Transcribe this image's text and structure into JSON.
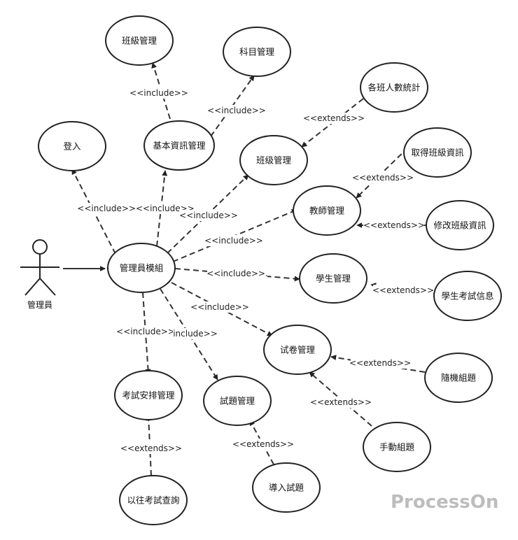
{
  "actor": {
    "label": "管理員"
  },
  "use_cases": {
    "main": "管理員模組",
    "login": "登入",
    "basic_info": "基本資訊管理",
    "class_mgmt_top": "班級管理",
    "subject_mgmt": "科目管理",
    "class_mgmt": "班级管理",
    "class_stats": "各班人數統計",
    "teacher_mgmt": "教師管理",
    "get_class_info": "取得班級資訊",
    "modify_class_info": "修改班級資訊",
    "student_mgmt": "學生管理",
    "student_exam_info": "學生考試信息",
    "paper_mgmt": "试卷管理",
    "random_paper": "隨機組題",
    "manual_paper": "手動組題",
    "exam_schedule": "考試安排管理",
    "question_mgmt": "試題管理",
    "past_exam_query": "以往考試查詢",
    "import_questions": "導入試題"
  },
  "edge_labels": {
    "inc_basic_classmgmt": "<<include>>",
    "inc_basic_subject": "<<include>>",
    "ext_stats": "<<extends>>",
    "inc_login_basic": "<<include>><<include>>",
    "inc_class": "<<include>>",
    "ext_getinfo": "<<extends>>",
    "ext_modify": "<<extends>>",
    "inc_teacher": "<<include>>",
    "inc_student": "<<include>>.",
    "ext_exam_info": "<<extends>>",
    "inc_paper": "<<include>>",
    "inc_exam_schedule": "<<include>>",
    "inc_question": "include>>",
    "ext_random": "<<extends>>",
    "ext_manual": "<<extends>>",
    "ext_past": "<<extends>>",
    "ext_import": "<<extends>>"
  },
  "watermark": "ProcessOn"
}
